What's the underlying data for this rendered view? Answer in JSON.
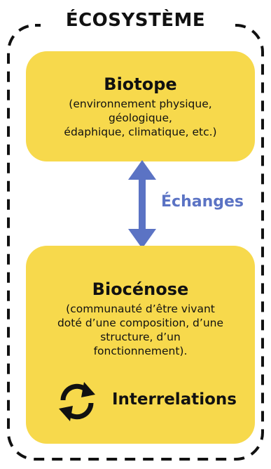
{
  "title": "ÉCOSYSTÈME",
  "biotope": {
    "title": "Biotope",
    "description": "(environnement physique,\ngéologique,\nédaphique, climatique, etc.)"
  },
  "exchange_label": "Échanges",
  "biocenose": {
    "title": "Biocénose",
    "description": "(communauté d’être vivant\ndoté d’une composition, d’une\nstructure, d’un\nfonctionnement)."
  },
  "interrelations_label": "Interrelations",
  "colors": {
    "box_fill": "#f7d94c",
    "arrow": "#5b73c4",
    "text": "#111111",
    "frame": "#111111"
  },
  "icons": {
    "exchange": "double-arrow-icon",
    "interrelations": "refresh-icon"
  }
}
